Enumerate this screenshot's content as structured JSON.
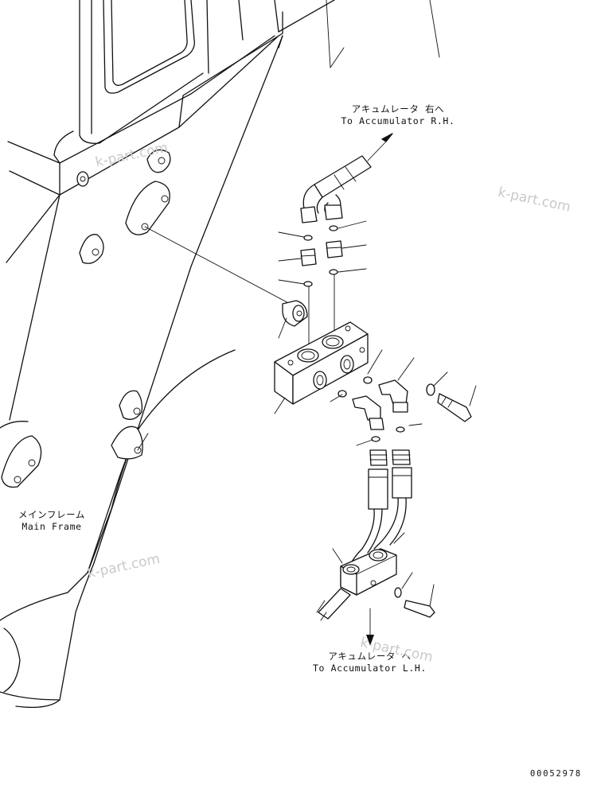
{
  "labels": {
    "accumulator_rh_jp": "アキュムレータ 右へ",
    "accumulator_rh_en": "To Accumulator R.H.",
    "main_frame_jp": "メインフレーム",
    "main_frame_en": "Main Frame",
    "accumulator_lh_jp": "アキュムレータ へ",
    "accumulator_lh_en": "To Accumulator L.H."
  },
  "watermark": "k-part.com",
  "drawing_code": "00052978",
  "colors": {
    "line": "#111111",
    "watermark": "#c9c9c9",
    "background": "#ffffff"
  }
}
